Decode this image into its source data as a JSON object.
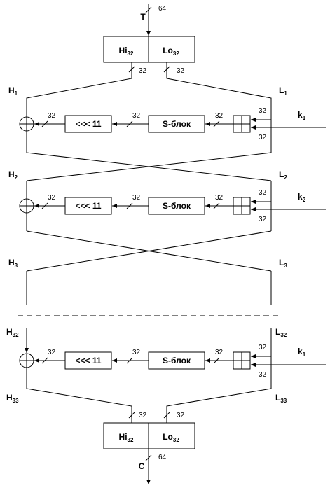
{
  "input_label": "T",
  "output_label": "C",
  "width_64": "64",
  "width_32": "32",
  "top_register": {
    "hi": "Hi",
    "hi_sub": "32",
    "lo": "Lo",
    "lo_sub": "32"
  },
  "bottom_register": {
    "hi": "Hi",
    "hi_sub": "32",
    "lo": "Lo",
    "lo_sub": "32"
  },
  "rotate_label": "<<< 11",
  "sbox_label": "S-блок",
  "rounds": [
    {
      "h": "H",
      "h_sub": "1",
      "l": "L",
      "l_sub": "1",
      "k": "k",
      "k_sub": "1"
    },
    {
      "h": "H",
      "h_sub": "2",
      "l": "L",
      "l_sub": "2",
      "k": "k",
      "k_sub": "2"
    },
    {
      "h": "H",
      "h_sub": "32",
      "l": "L",
      "l_sub": "32",
      "k": "k",
      "k_sub": "1"
    }
  ],
  "h3": {
    "h": "H",
    "h_sub": "3",
    "l": "L",
    "l_sub": "3"
  },
  "h33": {
    "h": "H",
    "h_sub": "33",
    "l": "L",
    "l_sub": "33"
  }
}
